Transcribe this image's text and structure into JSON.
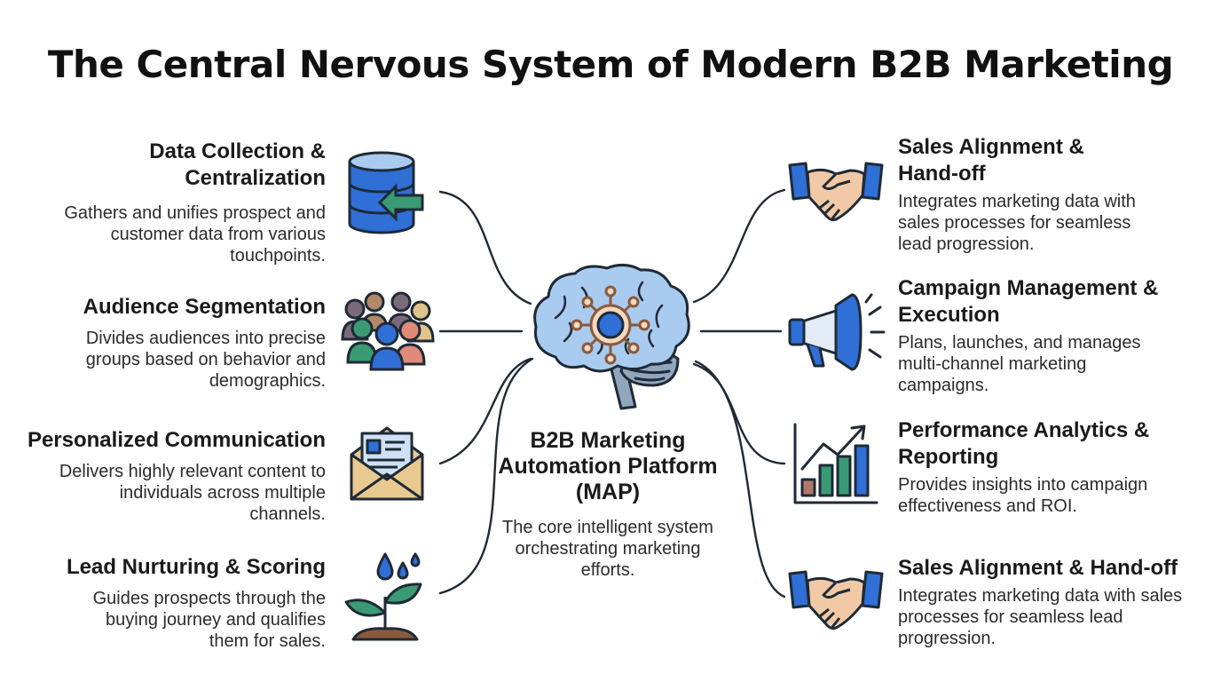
{
  "title": "The Central Nervous System of Modern B2B Marketing",
  "center": {
    "title": "B2B Marketing Automation Platform (MAP)",
    "description": "The core intelligent system orchestrating marketing efforts.",
    "icon": "brain-network-icon"
  },
  "left_items": [
    {
      "heading": "Data Collection & Centralization",
      "description": "Gathers and unifies prospect and customer data from various touchpoints.",
      "icon": "database-icon"
    },
    {
      "heading": "Audience Segmentation",
      "description": "Divides audiences into precise groups based on behavior and demographics.",
      "icon": "people-group-icon"
    },
    {
      "heading": "Personalized Communication",
      "description": "Delivers highly relevant content to individuals across multiple channels.",
      "icon": "envelope-icon"
    },
    {
      "heading": "Lead Nurturing & Scoring",
      "description": "Guides prospects through the buying journey and qualifies them for sales.",
      "icon": "sprout-icon"
    }
  ],
  "right_items": [
    {
      "heading": "Sales Alignment & Hand-off",
      "description": "Integrates marketing data with sales processes for seamless lead progression.",
      "icon": "handshake-icon"
    },
    {
      "heading": "Campaign Management & Execution",
      "description": "Plans, launches, and manages multi-channel marketing campaigns.",
      "icon": "megaphone-icon"
    },
    {
      "heading": "Performance Analytics & Reporting",
      "description": "Provides insights into campaign effectiveness and ROI.",
      "icon": "bar-chart-icon"
    },
    {
      "heading": "Sales Alignment & Hand-off",
      "description": "Integrates marketing data with sales processes for seamless lead progression.",
      "icon": "handshake-icon"
    }
  ],
  "colors": {
    "blue": "#2f6fd6",
    "light_blue": "#a9cbef",
    "green": "#3a9a73",
    "brown": "#b08a68",
    "outline": "#1f2a36"
  }
}
